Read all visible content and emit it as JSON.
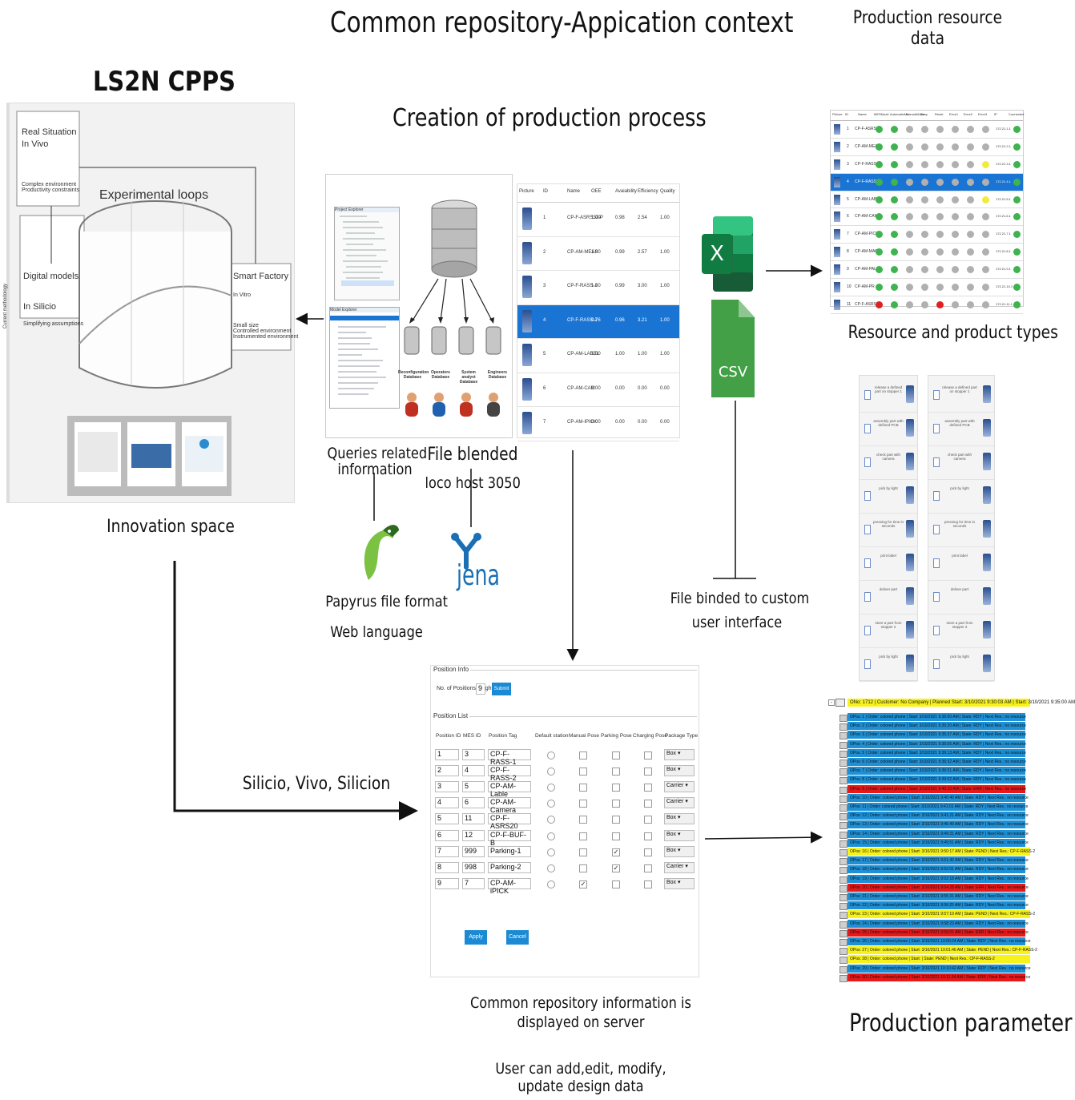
{
  "titles": {
    "main": "Common repository-Appication context",
    "lab": "LS2N CPPS",
    "creation": "Creation of production process",
    "prod_resource_line1": "Production resource",
    "prod_resource_line2": "data",
    "resource_types": "Resource and product types",
    "innovation": "Innovation space",
    "queries_line1": "Queries related",
    "queries_line2": "information",
    "file_blended": "File blended",
    "localhost": "loco host 3050",
    "papyrus": "Papyrus file format",
    "web_language": "Web language",
    "file_binded_line1": "File binded to custom",
    "file_binded_line2": "user interface",
    "silicio": "Silicio, Vivo, Silicion",
    "repo_info_line1": "Common repository information is",
    "repo_info_line2": "displayed on server",
    "user_can_line1": "User can add,edit, modify,",
    "user_can_line2": "update design data",
    "production_parameter": "Production parameter"
  },
  "innovation_figure": {
    "real_situation": "Real Situation",
    "in_vivo": "In Vivo",
    "complex_env": "Complex environment",
    "productivity": "Productivity constraints",
    "experimental_loops": "Experimental loops",
    "digital_models": "Digital models",
    "in_silicio": "In Silicio",
    "simplifying": "Simplifying assumptions",
    "smart_factory": "Smart Factory",
    "in_vitro": "In Vitro",
    "small_size": "Small size",
    "controlled_env": "Controlled environment",
    "instrumented_env": "Instrumented environment",
    "side_label": "Current methodology"
  },
  "database_figure": {
    "databases": [
      "Reconfiguration Database",
      "Operators Database",
      "System analyst Database",
      "Engineers Database"
    ],
    "model_explorer": "Model Explorer",
    "project_explorer": "Project Explorer"
  },
  "oee_table": {
    "headers": [
      "Picture",
      "ID",
      "Name",
      "OEE",
      "Avaiability",
      "Efficiency",
      "Quality"
    ],
    "rows": [
      [
        "1",
        "CP-F-ASRS32-P",
        "1.00",
        "0.98",
        "2.54",
        "1.00"
      ],
      [
        "2",
        "CP-AM-MEAS",
        "1.00",
        "0.99",
        "2.57",
        "1.00"
      ],
      [
        "3",
        "CP-F-RASS-1",
        "1.00",
        "0.99",
        "3.00",
        "1.00"
      ],
      [
        "4",
        "CP-F-RASS-2",
        "0.76",
        "0.96",
        "3.21",
        "1.00"
      ],
      [
        "5",
        "CP-AM-LABEL",
        "1.00",
        "1.00",
        "1.00",
        "1.00"
      ],
      [
        "6",
        "CP-AM-CAM",
        "0.00",
        "0.00",
        "0.00",
        "0.00"
      ],
      [
        "7",
        "CP-AM-IPICK",
        "0.00",
        "0.00",
        "0.00",
        "0.00"
      ]
    ]
  },
  "icons": {
    "excel_letter": "X",
    "csv_label": "CSV",
    "jena_label": "jena"
  },
  "resource_table": {
    "headers": [
      "Picture",
      "ID",
      "Name",
      "MESMode",
      "AutomaticMo",
      "ManualMode",
      "Busy",
      "Reset",
      "Error1",
      "Error2",
      "Error3",
      "IP",
      "Connected"
    ],
    "rows": [
      {
        "id": "1",
        "name": "CP-F-ASRS",
        "dots": [
          "g",
          "g",
          "gr",
          "gr",
          "gr",
          "gr",
          "gr",
          "gr"
        ],
        "ip": "172.21.1.1",
        "conn": "g"
      },
      {
        "id": "2",
        "name": "CP-AM-MEAS",
        "dots": [
          "g",
          "g",
          "gr",
          "gr",
          "gr",
          "gr",
          "gr",
          "gr"
        ],
        "ip": "172.21.2.1",
        "conn": "g"
      },
      {
        "id": "3",
        "name": "CP-F-RASS-1",
        "dots": [
          "g",
          "g",
          "gr",
          "gr",
          "gr",
          "gr",
          "gr",
          "y"
        ],
        "ip": "172.21.3.1",
        "conn": "g"
      },
      {
        "id": "4",
        "name": "CP-F-RASS-2",
        "dots": [
          "g",
          "g",
          "gr",
          "gr",
          "gr",
          "gr",
          "gr",
          "gr"
        ],
        "ip": "172.21.4.1",
        "conn": "g",
        "selected": true
      },
      {
        "id": "5",
        "name": "CP-AM-LAB",
        "dots": [
          "g",
          "g",
          "gr",
          "gr",
          "gr",
          "gr",
          "gr",
          "y"
        ],
        "ip": "172.21.5.1",
        "conn": "g"
      },
      {
        "id": "6",
        "name": "CP-AM-CAM",
        "dots": [
          "g",
          "g",
          "gr",
          "gr",
          "gr",
          "gr",
          "gr",
          "gr"
        ],
        "ip": "172.21.6.1",
        "conn": "g"
      },
      {
        "id": "7",
        "name": "CP-AM-PICK",
        "dots": [
          "g",
          "g",
          "gr",
          "gr",
          "gr",
          "gr",
          "gr",
          "gr"
        ],
        "ip": "172.21.7.1",
        "conn": "g"
      },
      {
        "id": "8",
        "name": "CP-AM-MAG",
        "dots": [
          "g",
          "g",
          "gr",
          "gr",
          "gr",
          "gr",
          "gr",
          "gr"
        ],
        "ip": "172.21.8.1",
        "conn": "g"
      },
      {
        "id": "9",
        "name": "CP-AM-PAL",
        "dots": [
          "g",
          "g",
          "gr",
          "gr",
          "gr",
          "gr",
          "gr",
          "gr"
        ],
        "ip": "172.21.9.1",
        "conn": "g"
      },
      {
        "id": "10",
        "name": "CP-AM-PR",
        "dots": [
          "g",
          "g",
          "gr",
          "gr",
          "gr",
          "gr",
          "gr",
          "gr"
        ],
        "ip": "172.21.10.1",
        "conn": "g"
      },
      {
        "id": "11",
        "name": "CP-F-ASRS",
        "dots": [
          "r",
          "g",
          "gr",
          "gr",
          "r",
          "gr",
          "gr",
          "gr"
        ],
        "ip": "172.21.11.1",
        "conn": "g"
      }
    ]
  },
  "task_cards": [
    [
      "release a defined part on stopper 1",
      "assembly part with defined PCB",
      "check part with camera",
      "pick by light",
      "pressing for time in seconds",
      "print label",
      "deliver part",
      "store a part from stopper 2",
      "pick by light"
    ],
    [
      "release a defined part on stopper 1",
      "assembly part with defined PCB",
      "check part with camera",
      "pick by light",
      "pressing for time in seconds",
      "print label",
      "deliver part",
      "store a part from stopper 2",
      "pick by light"
    ]
  ],
  "position_form": {
    "position_info": "Position Info",
    "positions_taught_label": "No. of Positions taught:",
    "positions_taught_value": "9",
    "submit": "Submit",
    "position_list": "Position List",
    "headers": [
      "Position ID",
      "MES ID",
      "Position Tag",
      "Default station",
      "Manual Pose",
      "Parking Pose",
      "Charging Pose",
      "Package Type"
    ],
    "rows": [
      {
        "pid": "1",
        "mes": "3",
        "tag": "CP-F-RASS-1",
        "manual": false,
        "parking": false,
        "pkg": "Box"
      },
      {
        "pid": "2",
        "mes": "4",
        "tag": "CP-F-RASS-2",
        "manual": false,
        "parking": false,
        "pkg": "Box"
      },
      {
        "pid": "3",
        "mes": "5",
        "tag": "CP-AM-Lable",
        "manual": false,
        "parking": false,
        "pkg": "Carrier"
      },
      {
        "pid": "4",
        "mes": "6",
        "tag": "CP-AM-Camera",
        "manual": false,
        "parking": false,
        "pkg": "Carrier"
      },
      {
        "pid": "5",
        "mes": "11",
        "tag": "CP-F-ASRS20",
        "manual": false,
        "parking": false,
        "pkg": "Box"
      },
      {
        "pid": "6",
        "mes": "12",
        "tag": "CP-F-BUF-B",
        "manual": false,
        "parking": false,
        "pkg": "Box"
      },
      {
        "pid": "7",
        "mes": "999",
        "tag": "Parking-1",
        "manual": false,
        "parking": true,
        "pkg": "Box"
      },
      {
        "pid": "8",
        "mes": "998",
        "tag": "Parking-2",
        "manual": false,
        "parking": true,
        "pkg": "Carrier"
      },
      {
        "pid": "9",
        "mes": "7",
        "tag": "CP-AM-iPICK",
        "manual": true,
        "parking": false,
        "pkg": "Box"
      }
    ],
    "apply": "Apply",
    "cancel": "Cancel"
  },
  "orders": {
    "header": "ONo: 1712 | Customer: No Company | Planned Start: 3/10/2021 9:30:03 AM | Start: 3/10/2021 9:35:00 AM",
    "rows": [
      {
        "text": "OPos: 1 | Order: colored phone | Start: 3/10/2021 9:35:00 AM | State: RDY | Next Res.: no resource",
        "color": "#1e90d6"
      },
      {
        "text": "OPos: 2 | Order: colored phone | Start: 3/10/2021 9:35:20 AM | State: RDY | Next Res.: no resource",
        "color": "#1e90d6"
      },
      {
        "text": "OPos: 3 | Order: colored phone | Start: 3/10/2021 9:35:37 AM | State: RDY | Next Res.: no resource",
        "color": "#1e90d6"
      },
      {
        "text": "OPos: 4 | Order: colored phone | Start: 3/10/2021 9:35:55 AM | State: RDY | Next Res.: no resource",
        "color": "#1e90d6"
      },
      {
        "text": "OPos: 5 | Order: colored phone | Start: 3/10/2021 9:36:13 AM | State: RDY | Next Res.: no resource",
        "color": "#1e90d6"
      },
      {
        "text": "OPos: 6 | Order: colored phone | Start: 3/10/2021 9:36:32 AM | State: RDY | Next Res.: no resource",
        "color": "#1e90d6"
      },
      {
        "text": "OPos: 7 | Order: colored phone | Start: 3/10/2021 9:36:51 AM | State: RDY | Next Res.: no resource",
        "color": "#1e90d6"
      },
      {
        "text": "OPos: 8 | Order: colored phone | Start: 3/10/2021 9:39:52 AM | State: RDY | Next Res.: no resource",
        "color": "#1e90d6"
      },
      {
        "text": "OPos: 9 | Order: colored phone | Start: 3/10/2021 9:40:10 AM | State: ERR | Next Res.: no resource",
        "color": "#e81818"
      },
      {
        "text": "OPos: 10 | Order: colored phone | Start: 3/10/2021 9:40:40 AM | State: RDY | Next Res.: no resource",
        "color": "#1e90d6"
      },
      {
        "text": "OPos: 11 | Order: colored phone | Start: 3/10/2021 9:41:01 AM | State: RDY | Next Res.: no resource",
        "color": "#1e90d6"
      },
      {
        "text": "OPos: 12 | Order: colored phone | Start: 3/10/2021 9:41:21 AM | State: RDY | Next Res.: no resource",
        "color": "#1e90d6"
      },
      {
        "text": "OPos: 13 | Order: colored phone | Start: 3/10/2021 9:46:49 AM | State: RDY | Next Res.: no resource",
        "color": "#1e90d6"
      },
      {
        "text": "OPos: 14 | Order: colored phone | Start: 3/10/2021 9:49:31 AM | State: RDY | Next Res.: no resource",
        "color": "#1e90d6"
      },
      {
        "text": "OPos: 15 | Order: colored phone | Start: 3/10/2021 9:49:51 AM | State: RDY | Next Res.: no resource",
        "color": "#1e90d6"
      },
      {
        "text": "OPos: 16 | Order: colored phone | Start: 3/10/2021 9:50:17 AM | State: PEND | Next Res.: CP-F-RASS-2",
        "color": "#f7f21a"
      },
      {
        "text": "OPos: 17 | Order: colored phone | Start: 3/10/2021 9:51:42 AM | State: RDY | Next Res.: no resource",
        "color": "#1e90d6"
      },
      {
        "text": "OPos: 18 | Order: colored phone | Start: 3/10/2021 9:52:01 AM | State: RDY | Next Res.: no resource",
        "color": "#1e90d6"
      },
      {
        "text": "OPos: 19 | Order: colored phone | Start: 3/10/2021 9:52:18 AM | State: RDY | Next Res.: no resource",
        "color": "#1e90d6"
      },
      {
        "text": "OPos: 20 | Order: colored phone | Start: 3/10/2021 9:54:28 AM | State: ERR | Next Res.: no resource",
        "color": "#e81818"
      },
      {
        "text": "OPos: 21 | Order: colored phone | Start: 3/10/2021 9:55:31 AM | State: RDY | Next Res.: no resource",
        "color": "#1e90d6"
      },
      {
        "text": "OPos: 22 | Order: colored phone | Start: 3/10/2021 9:56:25 AM | State: RDY | Next Res.: no resource",
        "color": "#1e90d6"
      },
      {
        "text": "OPos: 23 | Order: colored phone | Start: 3/10/2021 9:57:19 AM | State: PEND | Next Res.: CP-F-RASS-2",
        "color": "#f7f21a"
      },
      {
        "text": "OPos: 24 | Order: colored phone | Start: 3/10/2021 9:58:23 AM | State: RDY | Next Res.: no resource",
        "color": "#1e90d6"
      },
      {
        "text": "OPos: 25 | Order: colored phone | Start: 3/10/2021 9:59:01 AM | State: ERR | Next Res.: no resource",
        "color": "#e81818"
      },
      {
        "text": "OPos: 26 | Order: colored phone | Start: 3/10/2021 10:00:24 AM | State: RDY | Next Res.: no resource",
        "color": "#1e90d6"
      },
      {
        "text": "OPos: 27 | Order: colored phone | Start: 3/10/2021 10:01:46 AM | State: PEND | Next Res.: CP-F-RASS-2",
        "color": "#f7f21a"
      },
      {
        "text": "OPos: 28 | Order: colored phone | Start: | State: PEND | Next Res.: CP-F-RASS-2",
        "color": "#f7f21a"
      },
      {
        "text": "OPos: 29 | Order: colored phone | Start: 3/10/2021 10:10:42 AM | State: RDY | Next Res.: no resource",
        "color": "#1e90d6"
      },
      {
        "text": "OPos: 30 | Order: colored phone | Start: 3/10/2021 10:11:34 AM | State: ERR | Next Res.: no resource",
        "color": "#e81818"
      }
    ]
  },
  "colors": {
    "selected_blue": "#1a74d4",
    "excel_green": "#1d7044",
    "csv_green": "#43a047",
    "papyrus_green": "#7cc242",
    "jena_blue": "#1a6fb5",
    "yellow": "#f7f21a",
    "red": "#e81818",
    "blue": "#1e90d6"
  }
}
